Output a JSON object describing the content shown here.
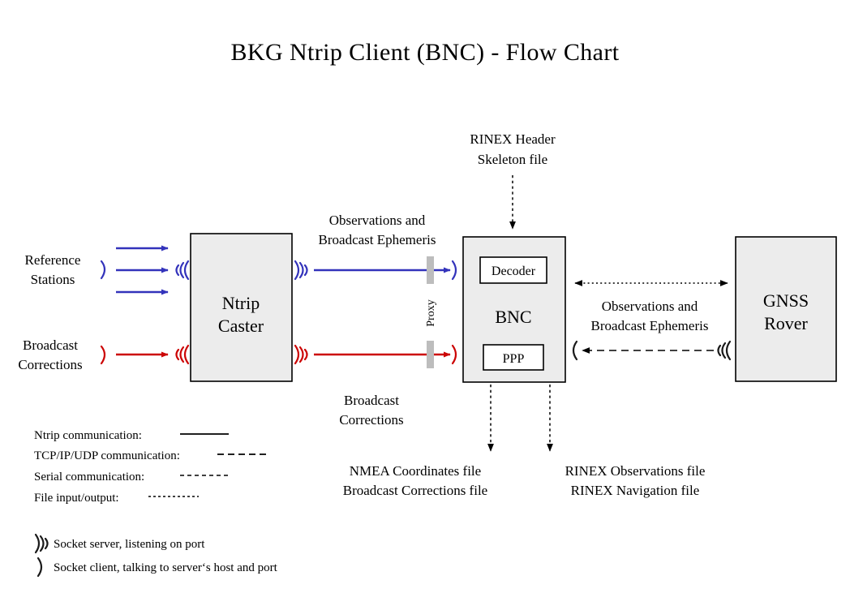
{
  "title": "BKG Ntrip Client (BNC)  -  Flow Chart",
  "nodes": {
    "reference_stations": "Reference\nStations",
    "reference_stations_line1": "Reference",
    "reference_stations_line2": "Stations",
    "broadcast_corrections_src_line1": "Broadcast",
    "broadcast_corrections_src_line2": "Corrections",
    "ntrip_caster_line1": "Ntrip",
    "ntrip_caster_line2": "Caster",
    "bnc_label": "BNC",
    "decoder_label": "Decoder",
    "ppp_label": "PPP",
    "gnss_rover_line1": "GNSS",
    "gnss_rover_line2": "Rover",
    "proxy_label": "Proxy"
  },
  "flows": {
    "obs_eph_left_line1": "Observations and",
    "obs_eph_left_line2": "Broadcast Ephemeris",
    "broadcast_corr_mid_line1": "Broadcast",
    "broadcast_corr_mid_line2": "Corrections",
    "obs_eph_right_line1": "Observations and",
    "obs_eph_right_line2": "Broadcast Ephemeris",
    "rinex_header_line1": "RINEX Header",
    "rinex_header_line2": "Skeleton file",
    "nmea_out_line1": "NMEA Coordinates file",
    "nmea_out_line2": "Broadcast Corrections file",
    "rinex_out_line1": "RINEX Observations file",
    "rinex_out_line2": "RINEX Navigation file"
  },
  "legend": {
    "items": [
      {
        "label": "Ntrip communication:",
        "style": "solid"
      },
      {
        "label": "TCP/IP/UDP communication:",
        "style": "dashed"
      },
      {
        "label": "Serial communication:",
        "style": "dash-dot"
      },
      {
        "label": "File input/output:",
        "style": "dotted"
      }
    ],
    "sockets": [
      {
        "icon": "socket-server-icon",
        "label": "Socket server, listening on port"
      },
      {
        "icon": "socket-client-icon",
        "label": "Socket client, talking to server‘s host and port"
      }
    ]
  },
  "colors": {
    "ntrip_stream_blue": "#3333bb",
    "correction_stream_red": "#cc0505",
    "node_fill": "#ececec",
    "proxy_bar": "#bdbdbd",
    "outline": "#000000"
  }
}
